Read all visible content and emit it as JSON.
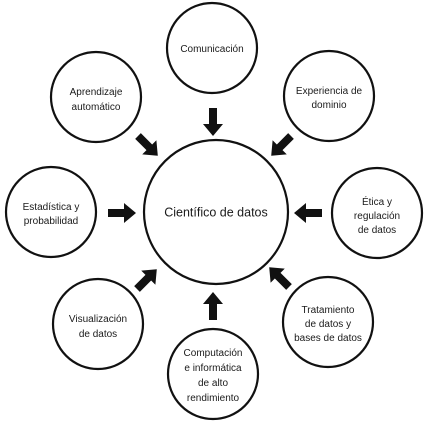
{
  "center": {
    "lines": [
      "Científico de datos"
    ]
  },
  "nodes": [
    {
      "id": "comunicacion",
      "lines": [
        "Comunicación"
      ]
    },
    {
      "id": "experiencia",
      "lines": [
        "Experiencia de",
        "dominio"
      ]
    },
    {
      "id": "etica",
      "lines": [
        "Ética y",
        "regulación",
        "de datos"
      ]
    },
    {
      "id": "tratamiento",
      "lines": [
        "Tratamiento",
        "de datos y",
        "bases de datos"
      ]
    },
    {
      "id": "computacion",
      "lines": [
        "Computación",
        "e informática",
        "de alto",
        "rendimiento"
      ]
    },
    {
      "id": "visualizacion",
      "lines": [
        "Visualización",
        "de datos"
      ]
    },
    {
      "id": "estadistica",
      "lines": [
        "Estadística y",
        "probabilidad"
      ]
    },
    {
      "id": "aprendizaje",
      "lines": [
        "Aprendizaje",
        "automático"
      ]
    }
  ]
}
